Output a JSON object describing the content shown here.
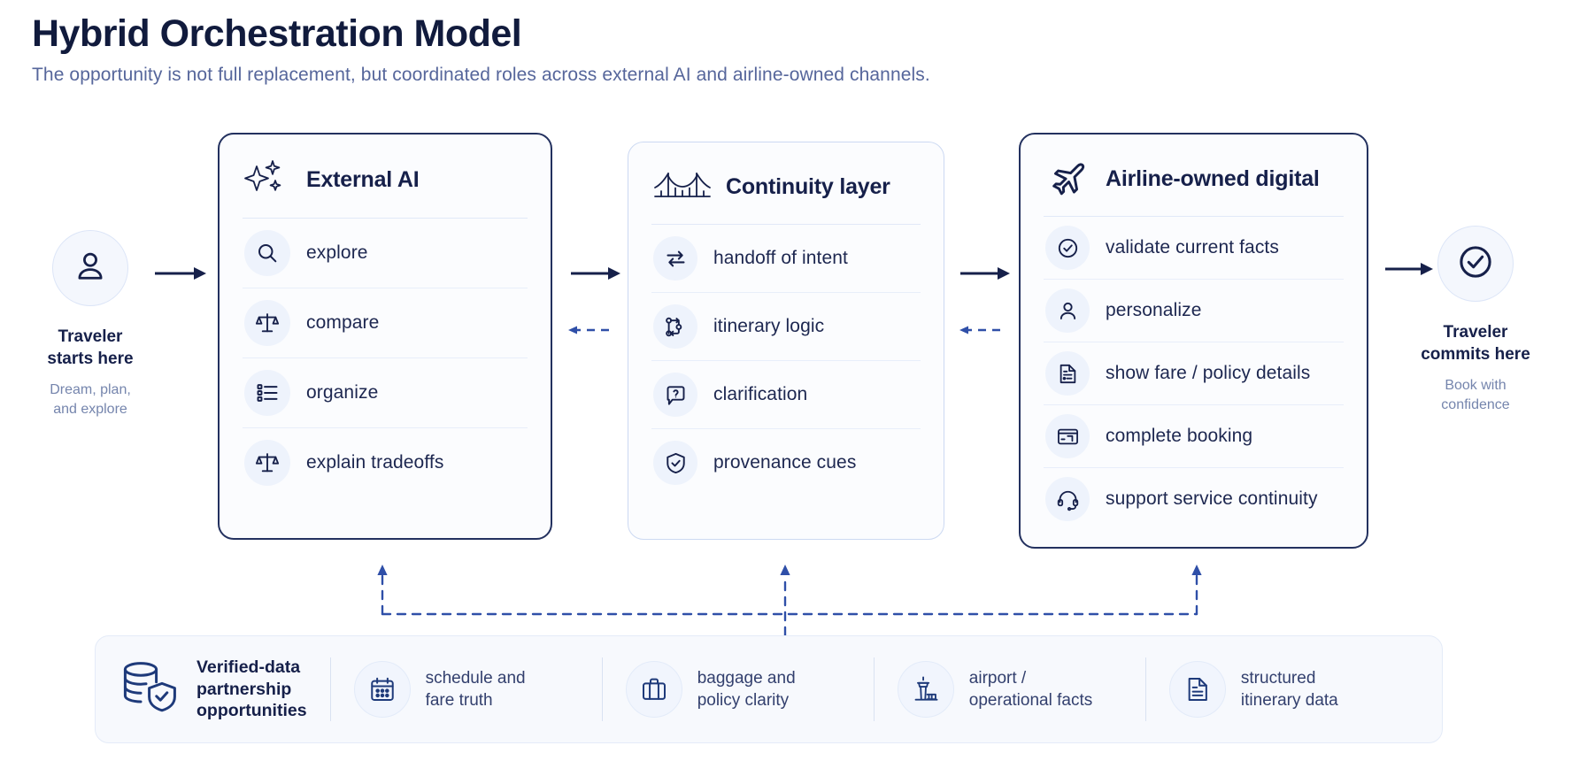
{
  "header": {
    "title": "Hybrid Orchestration Model",
    "subtitle": "The opportunity is not full replacement, but coordinated roles across external AI and airline-owned channels."
  },
  "colors": {
    "ink": "#16204a",
    "accent": "#23315f",
    "muted": "#56669b",
    "dashed": "#2f4fa8",
    "badge_bg": "#eef3fc",
    "card_bg": "#fbfcfe"
  },
  "endpoints": {
    "start": {
      "icon": "user-icon",
      "title": "Traveler\nstarts here",
      "title_line1": "Traveler",
      "title_line2": "starts here",
      "sub_line1": "Dream, plan,",
      "sub_line2": "and explore"
    },
    "end": {
      "icon": "check-circle-icon",
      "title_line1": "Traveler",
      "title_line2": "commits here",
      "sub_line1": "Book with",
      "sub_line2": "confidence"
    }
  },
  "cards": [
    {
      "id": "external-ai",
      "title": "External AI",
      "head_icon": "sparkles-icon",
      "items": [
        {
          "icon": "search-icon",
          "label": "explore"
        },
        {
          "icon": "scales-icon",
          "label": "compare"
        },
        {
          "icon": "list-icon",
          "label": "organize"
        },
        {
          "icon": "scales-icon",
          "label": "explain tradeoffs"
        }
      ]
    },
    {
      "id": "continuity-layer",
      "title": "Continuity layer",
      "head_icon": "bridge-icon",
      "items": [
        {
          "icon": "exchange-icon",
          "label": "handoff of intent"
        },
        {
          "icon": "flow-nodes-icon",
          "label": "itinerary logic"
        },
        {
          "icon": "question-bubble-icon",
          "label": "clarification"
        },
        {
          "icon": "shield-check-icon",
          "label": "provenance cues"
        }
      ]
    },
    {
      "id": "airline-owned-digital",
      "title": "Airline-owned digital",
      "head_icon": "airplane-icon",
      "items": [
        {
          "icon": "check-circle-icon",
          "label": "validate current facts"
        },
        {
          "icon": "person-icon",
          "label": "personalize"
        },
        {
          "icon": "document-info-icon",
          "label": "show fare / policy details"
        },
        {
          "icon": "card-booking-icon",
          "label": "complete booking"
        },
        {
          "icon": "headset-icon",
          "label": "support service continuity"
        }
      ]
    }
  ],
  "bottom_bar": {
    "lead_icon": "database-shield-icon",
    "lead_line1": "Verified-data",
    "lead_line2": "partnership",
    "lead_line3": "opportunities",
    "items": [
      {
        "icon": "calendar-icon",
        "line1": "schedule and",
        "line2": "fare truth"
      },
      {
        "icon": "suitcase-icon",
        "line1": "baggage and",
        "line2": "policy clarity"
      },
      {
        "icon": "control-tower-icon",
        "line1": "airport /",
        "line2": "operational facts"
      },
      {
        "icon": "document-lines-icon",
        "line1": "structured",
        "line2": "itinerary data"
      }
    ]
  },
  "connectors": {
    "forward_arrows": 3,
    "backward_dashed_arrows": 2,
    "feed_arrows_up": 3
  }
}
